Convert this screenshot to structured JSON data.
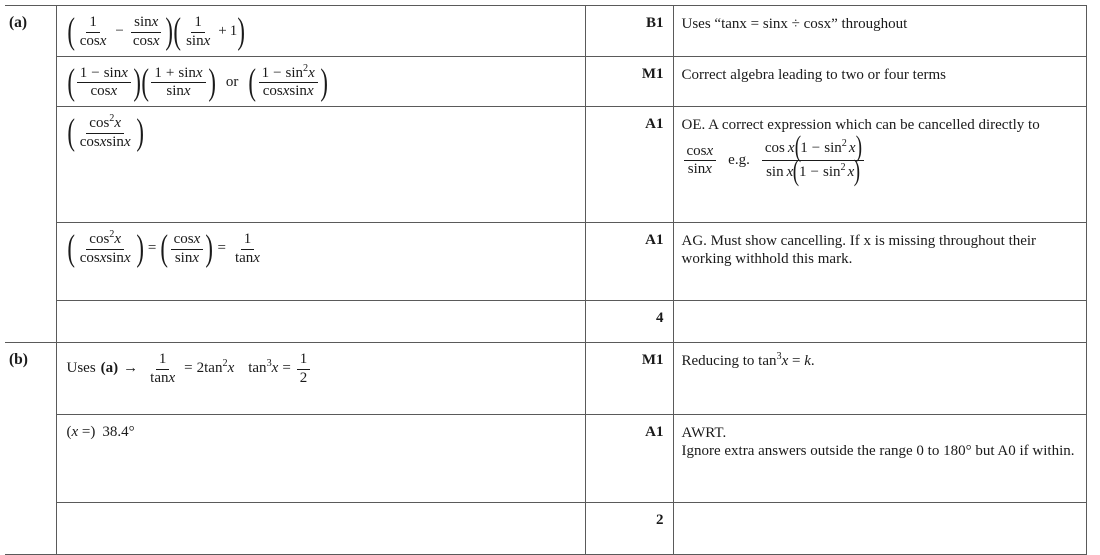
{
  "document": {
    "type": "mark-scheme-table",
    "columns": [
      "part",
      "working",
      "mark",
      "notes"
    ]
  },
  "parts": [
    {
      "label": "(a)",
      "total_mark": "4",
      "rows": [
        {
          "mark": "B1",
          "notes": "Uses “tanx = sinx ÷ cosx” throughout",
          "working_text": "( 1/cosx − sinx/cosx )( 1/sinx + 1 )"
        },
        {
          "mark": "M1",
          "notes": "Correct algebra leading to two or four terms",
          "working_text": "( (1 − sinx)/cosx )( (1 + sinx)/sinx )  or  ( (1 − sin²x)/(cosxsinx) )"
        },
        {
          "mark": "A1",
          "notes": "OE. A correct expression which can be cancelled directly to",
          "notes_math_text": "cosx/sinx   e.g.  cos x(1 − sin² x) / sin x(1 − sin² x)",
          "working_text": "( cos²x/(cosxsinx) )"
        },
        {
          "mark": "A1",
          "notes": "AG. Must show cancelling. If x is missing throughout their working withhold this mark.",
          "working_text": "( cos²x/(cosxsinx) ) = ( cosx/sinx ) = 1/tanx"
        }
      ]
    },
    {
      "label": "(b)",
      "total_mark": "2",
      "rows": [
        {
          "mark": "M1",
          "notes": "Reducing to tan³x = k.",
          "working_text": "Uses (a) → 1/tanx = 2tan²x  tan³x = 1/2"
        },
        {
          "mark": "A1",
          "notes": "AWRT.",
          "notes_line2": "Ignore extra answers outside the range 0 to 180° but A0 if within.",
          "working_text": "(x =) 38.4°"
        }
      ]
    }
  ],
  "math_tokens": {
    "one": "1",
    "two": "2",
    "sin": "sin",
    "cos": "cos",
    "tan": "tan",
    "x": "x",
    "minus": "−",
    "plus": "+",
    "equals": "=",
    "or": "or",
    "eg": "e.g.",
    "arrow": "→",
    "uses_a_label": "Uses",
    "part_a_ref": "(a)",
    "answer_prefix": "(x =)",
    "answer_value": "38.4°",
    "coef_two": "2",
    "lparen": "(",
    "rparen": ")",
    "sq": "2",
    "cube": "3"
  },
  "colors": {
    "border": "#5a5a5a",
    "text": "#1a1a1a",
    "background": "#ffffff"
  }
}
